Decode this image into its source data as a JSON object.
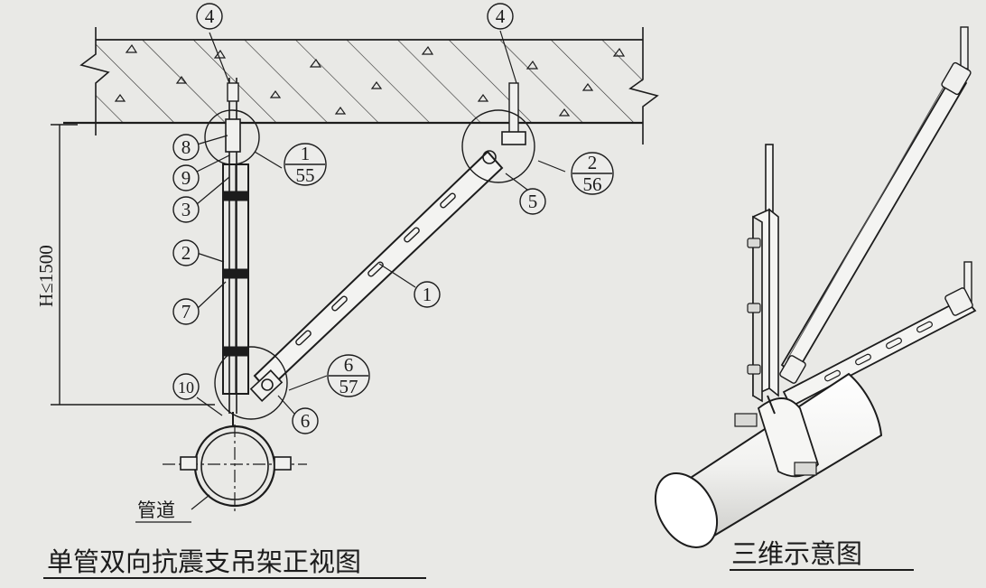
{
  "front_view": {
    "title": "单管双向抗震支吊架正视图",
    "height_label": "H≤1500",
    "pipe_label": "管道",
    "item_labels": {
      "n4a": "4",
      "n4b": "4",
      "n8": "8",
      "n9": "9",
      "n3": "3",
      "n2": "2",
      "n7": "7",
      "n10": "10",
      "n5": "5",
      "n1": "1",
      "n6": "6"
    },
    "details": {
      "d1": {
        "num": "1",
        "page": "55"
      },
      "d2": {
        "num": "2",
        "page": "56"
      },
      "d3": {
        "num": "6",
        "page": "57"
      }
    }
  },
  "iso_view": {
    "title": "三维示意图"
  },
  "colors": {
    "ink": "#1c1c1c",
    "paper": "#e9e9e6"
  }
}
